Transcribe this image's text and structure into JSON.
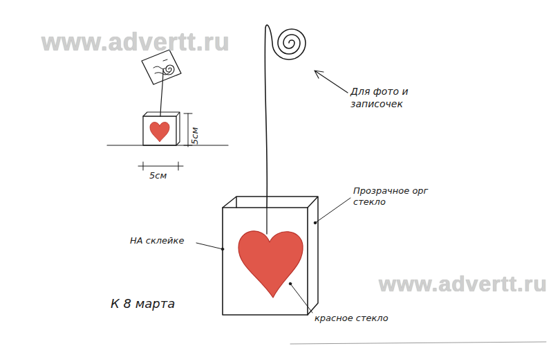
{
  "diagram": {
    "labels": [
      "www.advertt.ru",
      "5см",
      "5см",
      "Для фото и записочек",
      "Прозрачное орг стекло",
      "НА склейке",
      "красное стекло",
      "К 8 марта",
      "www.advertt.ru"
    ]
  }
}
